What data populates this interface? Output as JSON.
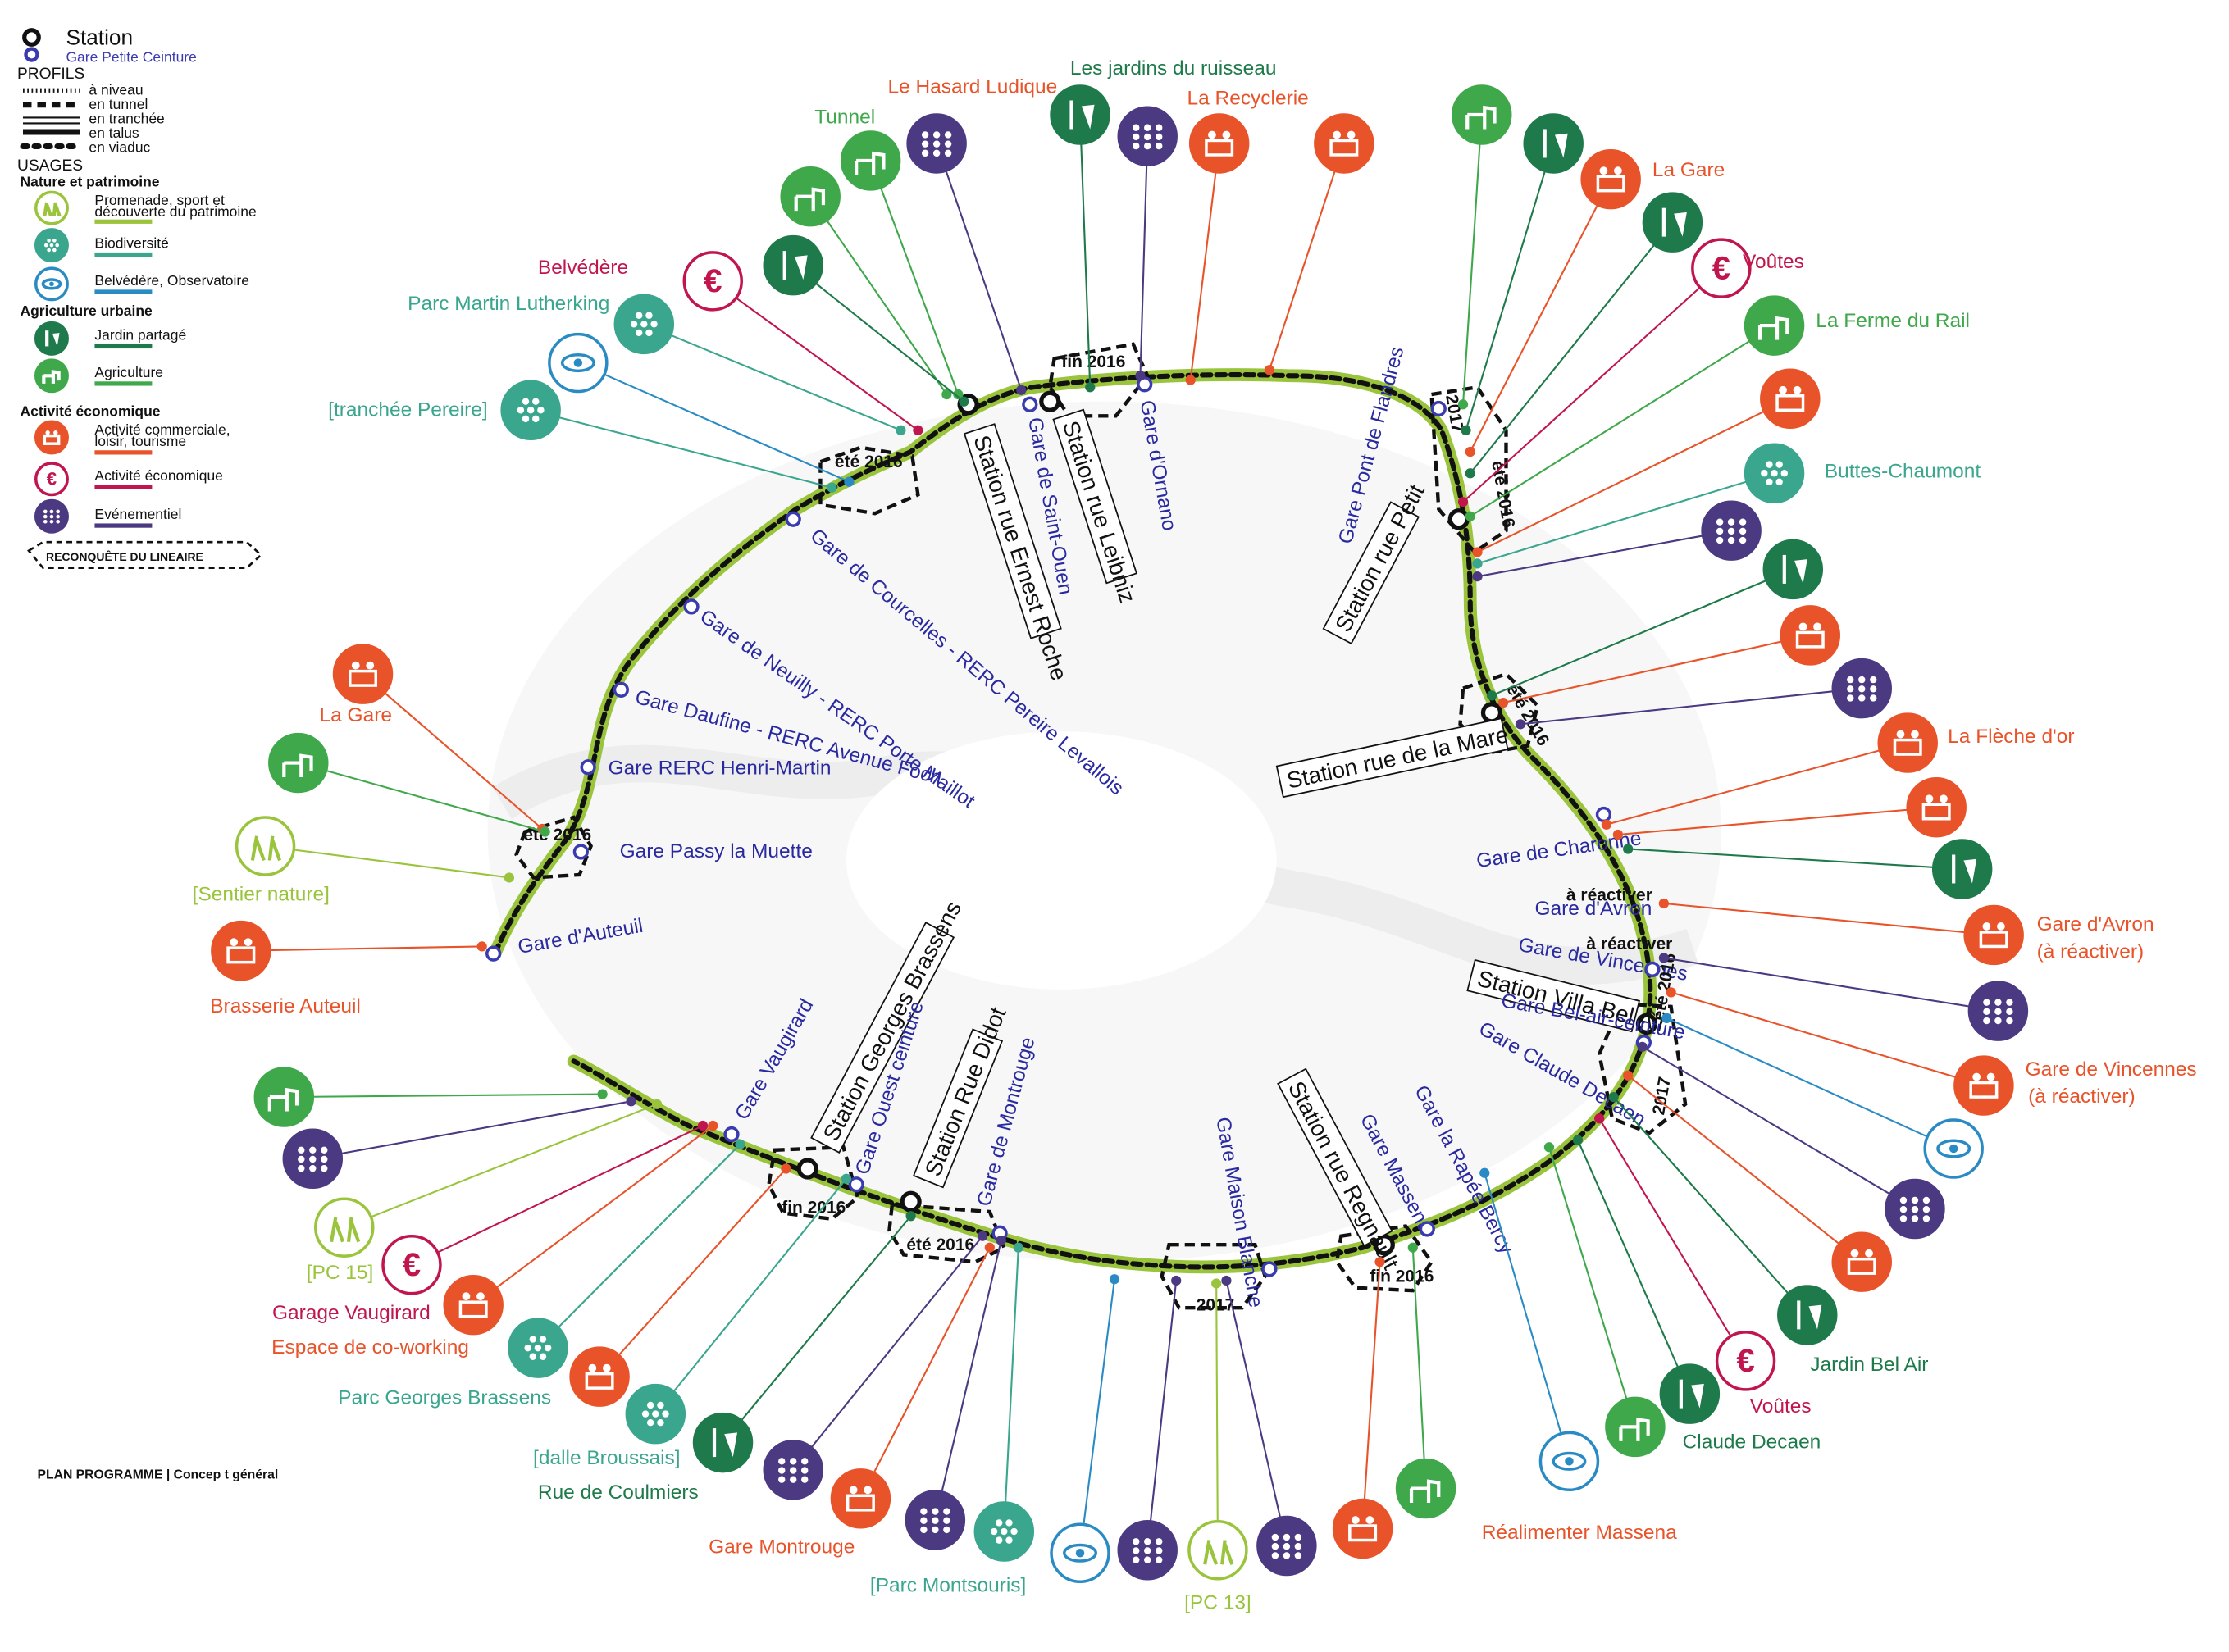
{
  "colors": {
    "nature": "#9ac43c",
    "biodiversity": "#3aa68e",
    "belvedere": "#2a8bc4",
    "shared_garden": "#1e7a4a",
    "agriculture": "#3fa84a",
    "commercial": "#e8532a",
    "economic": "#c0164d",
    "event": "#4b3a82",
    "track": "#111111",
    "gare": "#3b3bb0"
  },
  "legend": {
    "station": "Station",
    "gare": "Gare Petite Ceinture",
    "profils_title": "PROFILS",
    "profils": [
      "à niveau",
      "en tunnel",
      "en tranchée",
      "en talus",
      "en viaduc"
    ],
    "usages_title": "USAGES",
    "cat_nature": "Nature et patrimoine",
    "item_promenade_1": "Promenade, sport et",
    "item_promenade_2": "découverte du patrimoine",
    "item_biodiv": "Biodiversité",
    "item_belvedere": "Belvédère, Observatoire",
    "cat_agri": "Agriculture urbaine",
    "item_jardin": "Jardin partagé",
    "item_agri": "Agriculture",
    "cat_eco": "Activité économique",
    "item_comm_1": "Activité commerciale,",
    "item_comm_2": "loisir, tourisme",
    "item_eco": "Activité économique",
    "item_event": "Evénementiel",
    "reconquete": "RECONQUÊTE DU LINEAIRE"
  },
  "footer": "PLAN PROGRAMME | Concep t général",
  "labels": [
    {
      "text": "Tunnel",
      "cat": "agriculture"
    },
    {
      "text": "Le Hasard Ludique",
      "cat": "commercial"
    },
    {
      "text": "Les jardins du ruisseau",
      "cat": "shared_garden"
    },
    {
      "text": "La Recyclerie",
      "cat": "commercial"
    },
    {
      "text": "Belvédère",
      "cat": "economic"
    },
    {
      "text": "Parc Martin Lutherking",
      "cat": "biodiversity"
    },
    {
      "text": "[tranchée Pereire]",
      "cat": "biodiversity"
    },
    {
      "text": "La Gare",
      "cat": "commercial"
    },
    {
      "text": "[Sentier nature]",
      "cat": "nature"
    },
    {
      "text": "Brasserie Auteuil",
      "cat": "commercial"
    },
    {
      "text": "La Gare",
      "cat": "commercial"
    },
    {
      "text": "Voûtes",
      "cat": "economic"
    },
    {
      "text": "La Ferme du Rail",
      "cat": "agriculture"
    },
    {
      "text": "Buttes-Chaumont",
      "cat": "biodiversity"
    },
    {
      "text": "La Flèche d'or",
      "cat": "commercial"
    },
    {
      "text": "Gare d'Avron",
      "cat": "commercial"
    },
    {
      "text": "(à réactiver)",
      "cat": "commercial"
    },
    {
      "text": "Gare de Vincennes",
      "cat": "commercial"
    },
    {
      "text": "(à réactiver)",
      "cat": "commercial"
    },
    {
      "text": "Jardin Bel Air",
      "cat": "shared_garden"
    },
    {
      "text": "Voûtes",
      "cat": "economic"
    },
    {
      "text": "Claude Decaen",
      "cat": "shared_garden"
    },
    {
      "text": "Réalimenter Massena",
      "cat": "commercial"
    },
    {
      "text": "[PC 13]",
      "cat": "nature"
    },
    {
      "text": "[Parc Montsouris]",
      "cat": "biodiversity"
    },
    {
      "text": "Gare Montrouge",
      "cat": "commercial"
    },
    {
      "text": "Rue de Coulmiers",
      "cat": "shared_garden"
    },
    {
      "text": "[dalle Broussais]",
      "cat": "biodiversity"
    },
    {
      "text": "Parc Georges Brassens",
      "cat": "biodiversity"
    },
    {
      "text": "Espace de co-working",
      "cat": "commercial"
    },
    {
      "text": "Garage Vaugirard",
      "cat": "economic"
    },
    {
      "text": "[PC 15]",
      "cat": "nature"
    }
  ],
  "stations": [
    "Station rue Ernest Roche",
    "Station rue Leibniz",
    "Station rue Petit",
    "Station rue de la Mare",
    "Station Villa Bel Air",
    "Station rue Regnault",
    "Station Rue Didot",
    "Station Georges Brassens"
  ],
  "gares": [
    "Gare de Saint-Ouen",
    "Gare d'Ornano",
    "Gare Pont de Flandres",
    "Gare de Courcelles - RERC Pereire Levallois",
    "Gare de Neuilly - RERC Porte Maillot",
    "Gare Daufine - RERC Avenue Foch",
    "Gare RERC Henri-Martin",
    "Gare Passy la Muette",
    "Gare d'Auteuil",
    "Gare de Charonne",
    "Gare d'Avron",
    "Gare de Vincennes",
    "Gare Bel-air-ceinture",
    "Gare Claude Decaen",
    "Gare la Rapée Bercy",
    "Gare Massena",
    "Gare Maison Blanche",
    "Gare de Montrouge",
    "Gare Ouest ceinture",
    "Gare Vaugirard"
  ],
  "tags": {
    "ete2016": "été 2016",
    "fin2016": "fin 2016",
    "y2017": "2017",
    "areactiver": "à réactiver"
  }
}
